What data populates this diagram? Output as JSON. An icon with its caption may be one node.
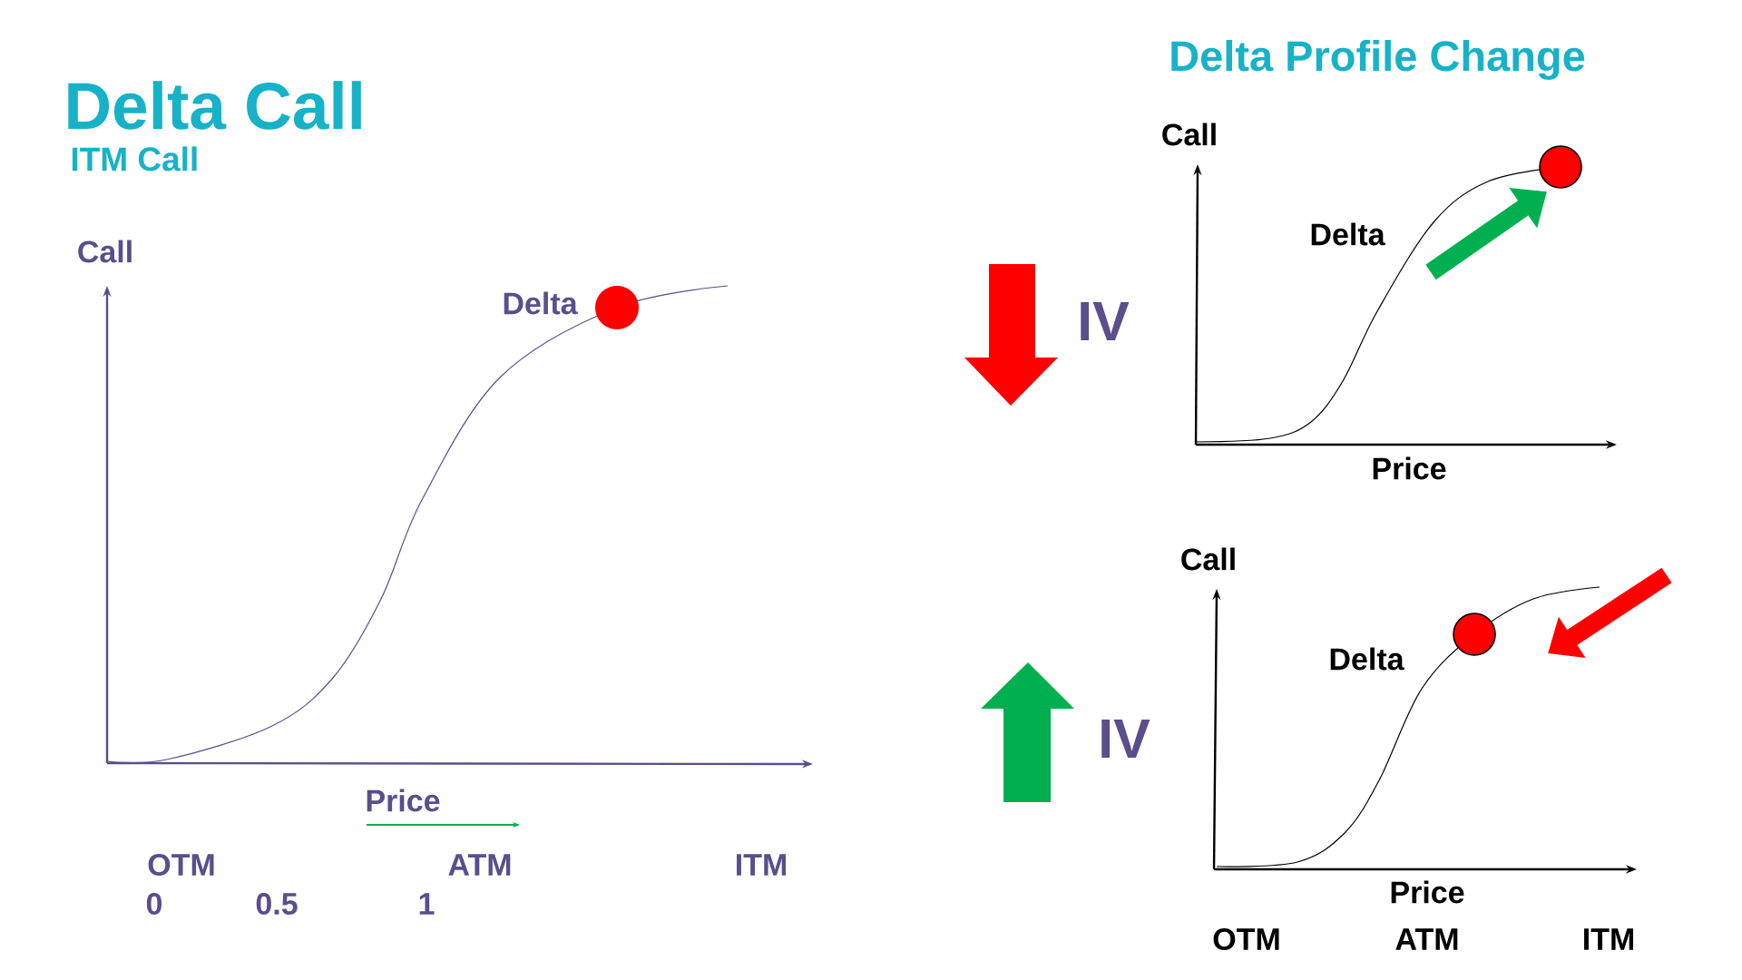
{
  "diagram": {
    "title": "Delta Call",
    "labels": [
      "ITM Call",
      "Call",
      "Delta",
      "Price",
      "OTM",
      "ATM",
      "ITM",
      "0",
      "0.5",
      "1",
      "Delta Profile Change",
      "IV",
      "Call",
      "Delta",
      "Price",
      "IV",
      "Call",
      "Delta",
      "Price",
      "OTM",
      "ATM",
      "ITM"
    ]
  }
}
